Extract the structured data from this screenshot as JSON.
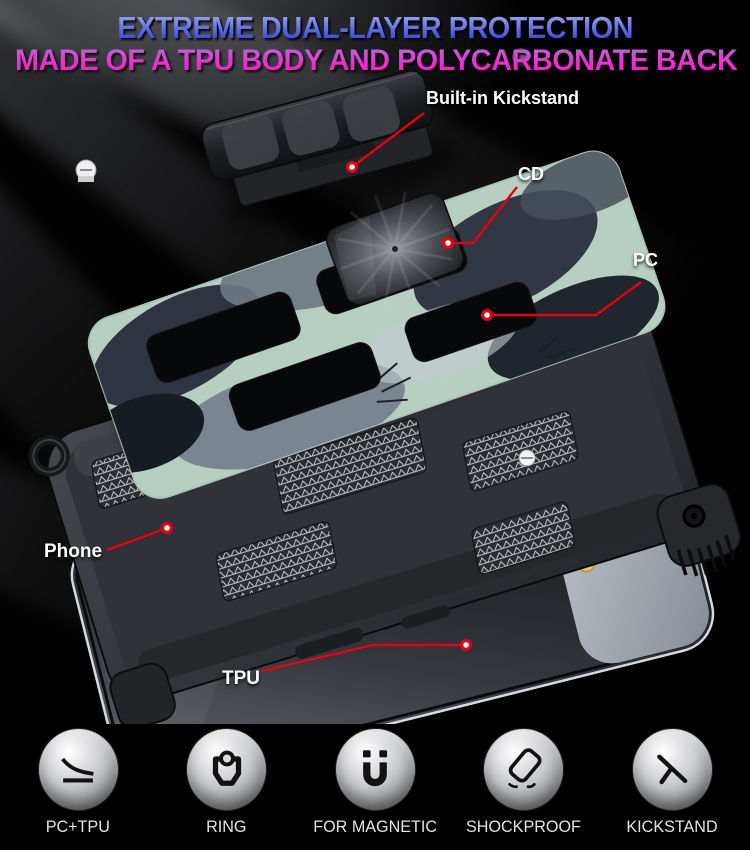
{
  "colors": {
    "accent_red": "#e60014",
    "title_blue_top": "#98a5f3",
    "title_blue_bottom": "#3140d0",
    "title_magenta_top": "#bc63d8",
    "title_magenta_bottom": "#ff14c6",
    "camo_mint": "#b7cfc2",
    "label_white": "#ffffff",
    "lens_blue": "#2e8bf0",
    "flash_yellow": "#e8c763"
  },
  "header": {
    "title_line1": "EXTREME DUAL-LAYER PROTECTION",
    "title_line2": "MADE OF A TPU BODY AND POLYCARBONATE BACK"
  },
  "callouts": [
    {
      "id": "kickstand",
      "label": "Built-in Kickstand"
    },
    {
      "id": "cd",
      "label": "CD"
    },
    {
      "id": "pc",
      "label": "PC"
    },
    {
      "id": "phone",
      "label": "Phone"
    },
    {
      "id": "tpu",
      "label": "TPU"
    }
  ],
  "features": [
    {
      "icon": "layers-icon",
      "label": "PC+TPU"
    },
    {
      "icon": "ring-icon",
      "label": "RING"
    },
    {
      "icon": "magnet-icon",
      "label": "FOR MAGNETIC"
    },
    {
      "icon": "shockproof-icon",
      "label": "SHOCKPROOF"
    },
    {
      "icon": "kickstand-icon",
      "label": "KICKSTAND"
    }
  ]
}
